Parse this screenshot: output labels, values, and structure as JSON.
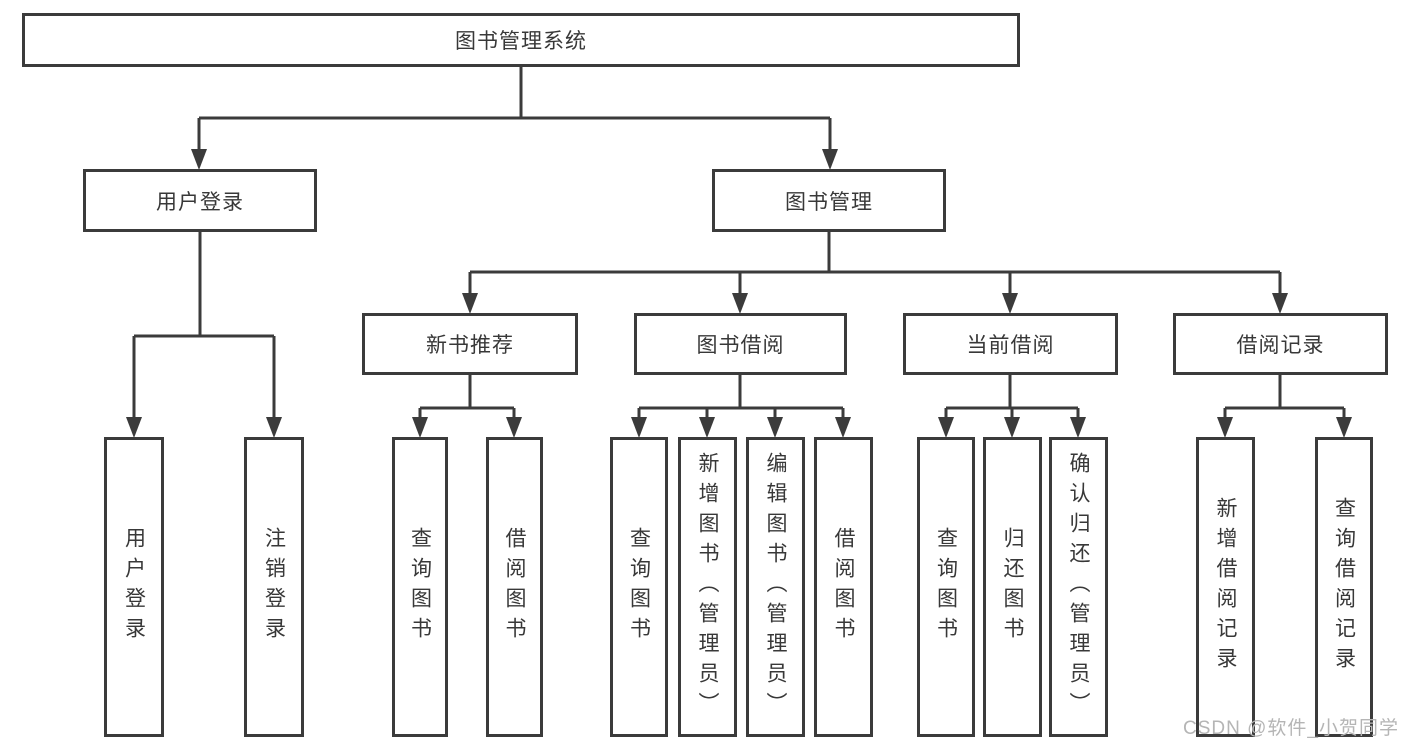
{
  "colors": {
    "line": "#3b3b3b",
    "text": "#383838",
    "watermark": "#b5b5b5",
    "background": "#ffffff"
  },
  "tree": {
    "label": "图书管理系统",
    "children": [
      {
        "label": "用户登录",
        "children": [
          {
            "label": "用户登录"
          },
          {
            "label": "注销登录"
          }
        ]
      },
      {
        "label": "图书管理",
        "children": [
          {
            "label": "新书推荐",
            "children": [
              {
                "label": "查询图书"
              },
              {
                "label": "借阅图书"
              }
            ]
          },
          {
            "label": "图书借阅",
            "children": [
              {
                "label": "查询图书"
              },
              {
                "label": "新增图书（管理员）"
              },
              {
                "label": "编辑图书（管理员）"
              },
              {
                "label": "借阅图书"
              }
            ]
          },
          {
            "label": "当前借阅",
            "children": [
              {
                "label": "查询图书"
              },
              {
                "label": "归还图书"
              },
              {
                "label": "确认归还（管理员）"
              }
            ]
          },
          {
            "label": "借阅记录",
            "children": [
              {
                "label": "新增借阅记录"
              },
              {
                "label": "查询借阅记录"
              }
            ]
          }
        ]
      }
    ]
  },
  "watermark": {
    "text": "CSDN @软件_小贺同学"
  }
}
